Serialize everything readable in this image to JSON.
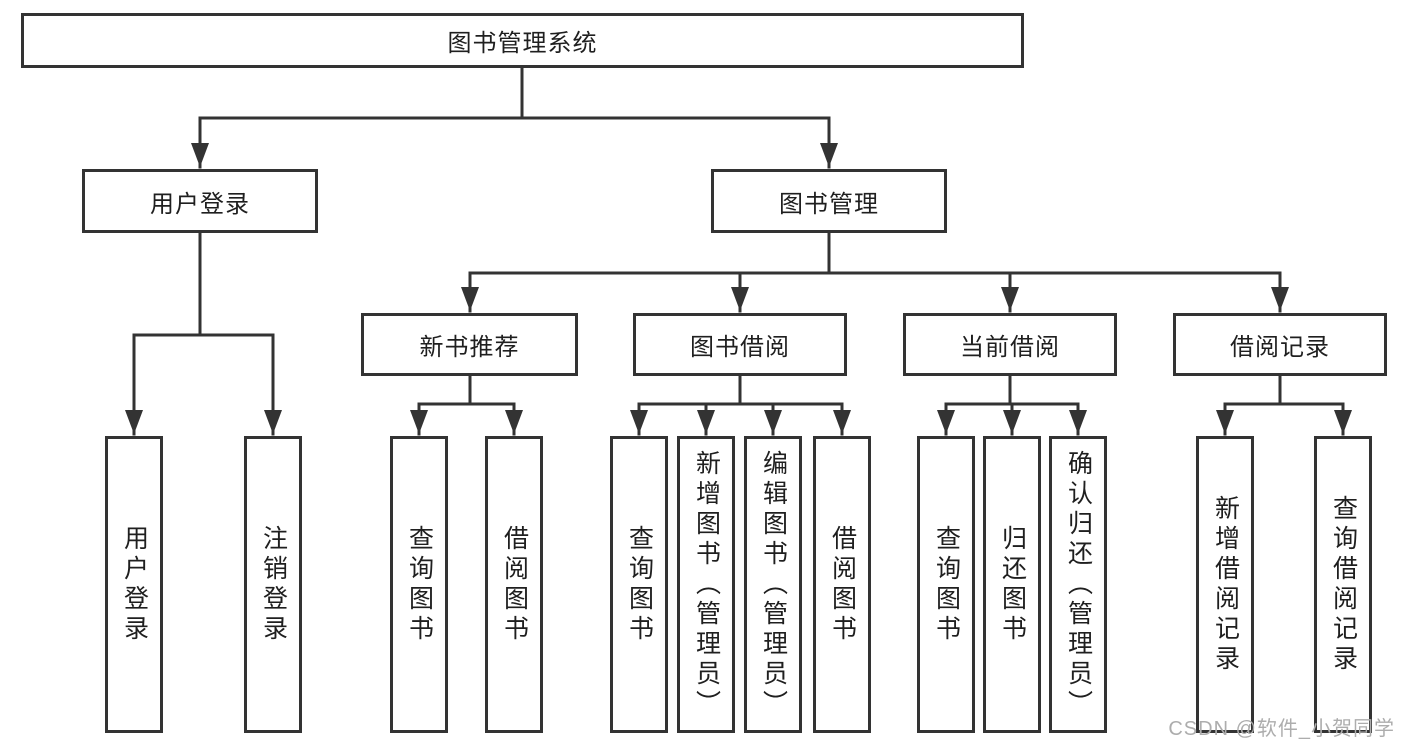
{
  "diagram": {
    "root": {
      "label": "图书管理系统"
    },
    "level2": [
      {
        "id": "user-login",
        "label": "用户登录"
      },
      {
        "id": "book-management",
        "label": "图书管理"
      }
    ],
    "level3": [
      {
        "id": "new-book-recommend",
        "label": "新书推荐"
      },
      {
        "id": "book-borrowing",
        "label": "图书借阅"
      },
      {
        "id": "current-borrowing",
        "label": "当前借阅"
      },
      {
        "id": "borrowing-records",
        "label": "借阅记录"
      }
    ],
    "leaves": [
      {
        "id": "leaf-user-login",
        "label": "用户登录"
      },
      {
        "id": "leaf-logout",
        "label": "注销登录"
      },
      {
        "id": "leaf-query-books-recommend",
        "label": "查询图书"
      },
      {
        "id": "leaf-borrow-books-recommend",
        "label": "借阅图书"
      },
      {
        "id": "leaf-query-books-borrowing",
        "label": "查询图书"
      },
      {
        "id": "leaf-add-books-admin",
        "label": "新增图书（管理员）"
      },
      {
        "id": "leaf-edit-books-admin",
        "label": "编辑图书（管理员）"
      },
      {
        "id": "leaf-borrow-books",
        "label": "借阅图书"
      },
      {
        "id": "leaf-query-books-current",
        "label": "查询图书"
      },
      {
        "id": "leaf-return-books",
        "label": "归还图书"
      },
      {
        "id": "leaf-confirm-return-admin",
        "label": "确认归还（管理员）"
      },
      {
        "id": "leaf-add-borrow-record",
        "label": "新增借阅记录"
      },
      {
        "id": "leaf-query-borrow-record",
        "label": "查询借阅记录"
      }
    ]
  },
  "watermark": {
    "text": "CSDN @软件_小贺同学"
  },
  "colors": {
    "line": "#333333",
    "text": "#1f1f1f",
    "watermark": "#adadad",
    "background": "#ffffff"
  }
}
